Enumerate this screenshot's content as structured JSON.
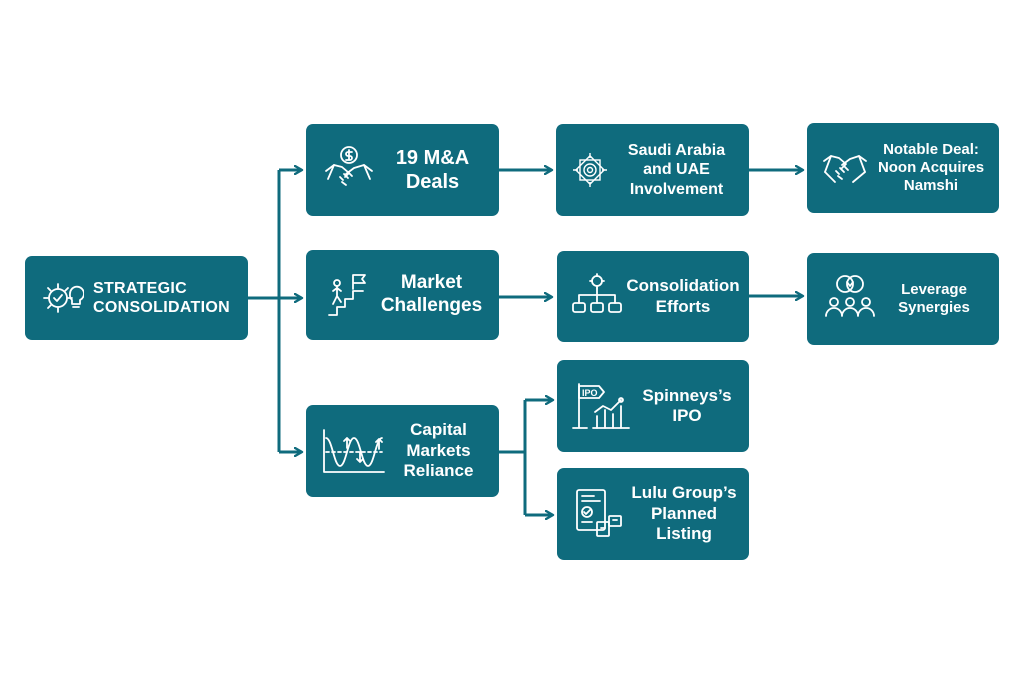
{
  "colors": {
    "box": "#0f6b7d",
    "connector": "#0f6b7d",
    "text": "#ffffff"
  },
  "nodes": {
    "root": {
      "label": "STRATEGIC CONSOLIDATION",
      "icon": "gear-bulb-icon"
    },
    "ma_deals": {
      "label": "19 M&A Deals",
      "icon": "handshake-dollar-icon"
    },
    "saudi_uae": {
      "label": "Saudi Arabia and UAE Involvement",
      "icon": "arabesque-pattern-icon"
    },
    "notable_deal": {
      "label": "Notable Deal: Noon Acquires Namshi",
      "icon": "handshake-icon"
    },
    "market_challenges": {
      "label": "Market Challenges",
      "icon": "stairs-flag-icon"
    },
    "consolidation_efforts": {
      "label": "Consolidation Efforts",
      "icon": "org-chart-icon"
    },
    "leverage_synergies": {
      "label": "Leverage Synergies",
      "icon": "team-sync-icon"
    },
    "capital_markets": {
      "label": "Capital Markets Reliance",
      "icon": "market-wave-icon"
    },
    "spinneys_ipo": {
      "label": "Spinneys’s IPO",
      "icon": "ipo-sign-icon"
    },
    "lulu_listing": {
      "label": "Lulu Group’s Planned Listing",
      "icon": "listing-document-icon"
    }
  }
}
